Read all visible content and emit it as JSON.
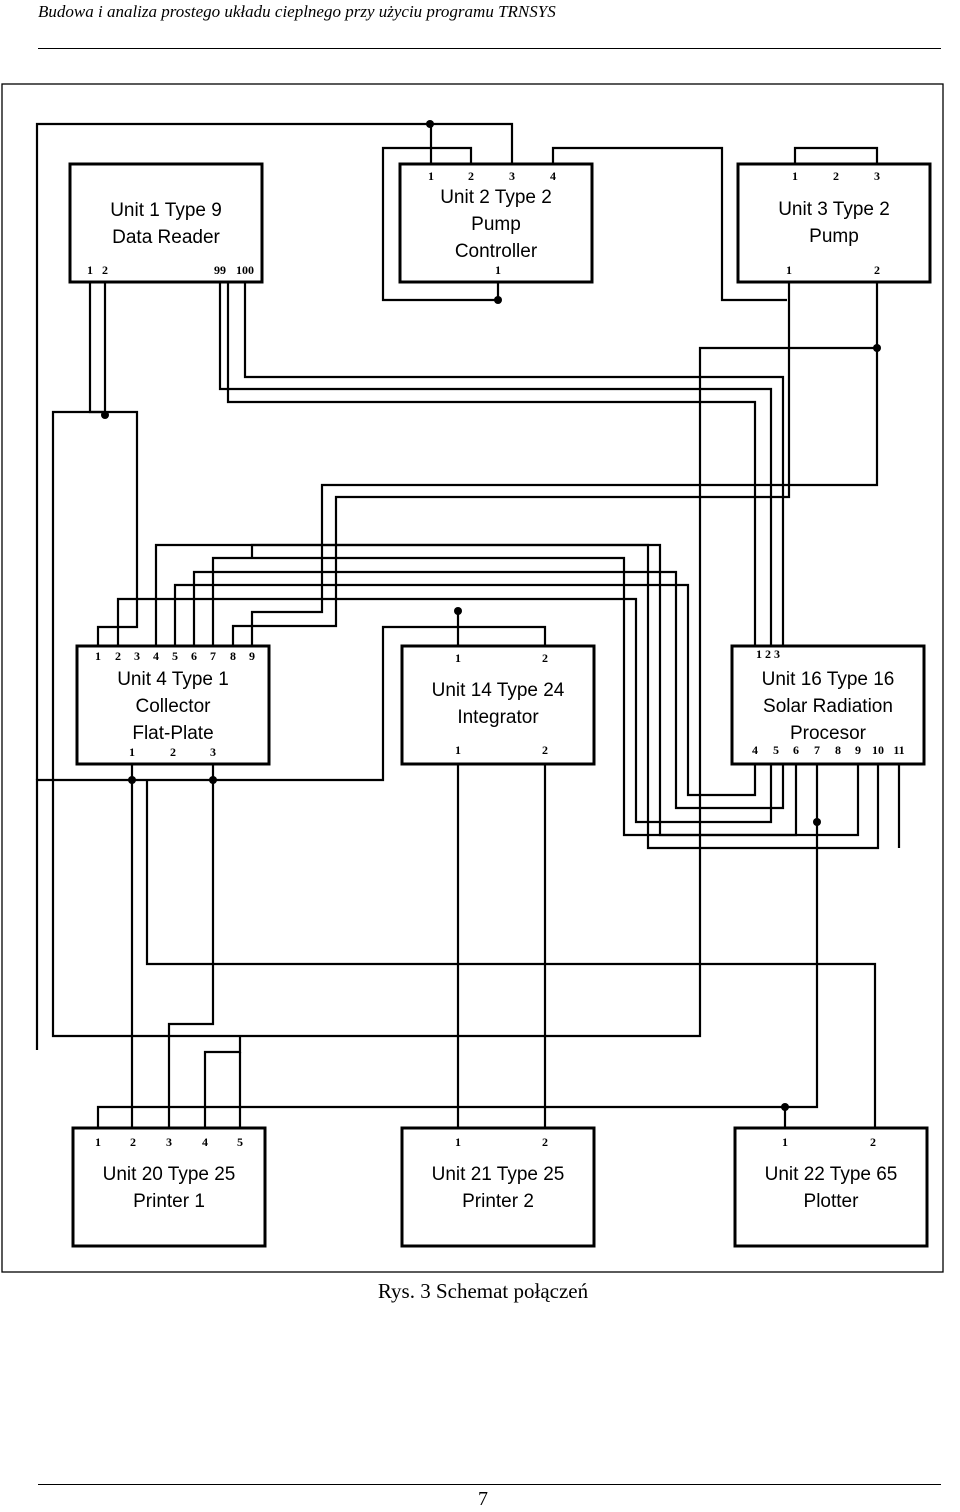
{
  "header": {
    "running_head": "Budowa i analiza prostego układu cieplnego przy użyciu programu TRNSYS"
  },
  "units": {
    "u1": {
      "lines": [
        "Unit 1 Type 9",
        "Data Reader"
      ],
      "pins_bottom": [
        "1",
        "2",
        "99",
        "100"
      ]
    },
    "u2": {
      "lines": [
        "Unit 2 Type 2",
        "Pump",
        "Controller"
      ],
      "pins_top": [
        "1",
        "2",
        "3",
        "4"
      ],
      "pins_bottom": [
        "1"
      ]
    },
    "u3": {
      "lines": [
        "Unit 3 Type 2",
        "Pump"
      ],
      "pins_top": [
        "1",
        "2",
        "3"
      ],
      "pins_bottom": [
        "1",
        "2"
      ]
    },
    "u4": {
      "lines": [
        "Unit 4 Type 1",
        "Collector",
        "Flat-Plate"
      ],
      "pins_top": [
        "1",
        "2",
        "3",
        "4",
        "5",
        "6",
        "7",
        "8",
        "9"
      ],
      "pins_bottom": [
        "1",
        "2",
        "3"
      ]
    },
    "u14": {
      "lines": [
        "Unit 14 Type 24",
        "Integrator"
      ],
      "pins_top": [
        "1",
        "2"
      ],
      "pins_bottom": [
        "1",
        "2"
      ]
    },
    "u16": {
      "lines": [
        "Unit 16 Type 16",
        "Solar Radiation",
        "Procesor"
      ],
      "pins_top": [
        "1 2 3"
      ],
      "pins_bottom": [
        "4",
        "5",
        "6",
        "7",
        "8",
        "9",
        "10",
        "11"
      ]
    },
    "u20": {
      "lines": [
        "Unit 20 Type 25",
        "Printer 1"
      ],
      "pins_top": [
        "1",
        "2",
        "3",
        "4",
        "5"
      ]
    },
    "u21": {
      "lines": [
        "Unit 21 Type 25",
        "Printer 2"
      ],
      "pins_top": [
        "1",
        "2"
      ]
    },
    "u22": {
      "lines": [
        "Unit 22 Type 65",
        "Plotter"
      ],
      "pins_top": [
        "1",
        "2"
      ]
    }
  },
  "caption": "Rys. 3 Schemat połączeń",
  "page_number": "7"
}
